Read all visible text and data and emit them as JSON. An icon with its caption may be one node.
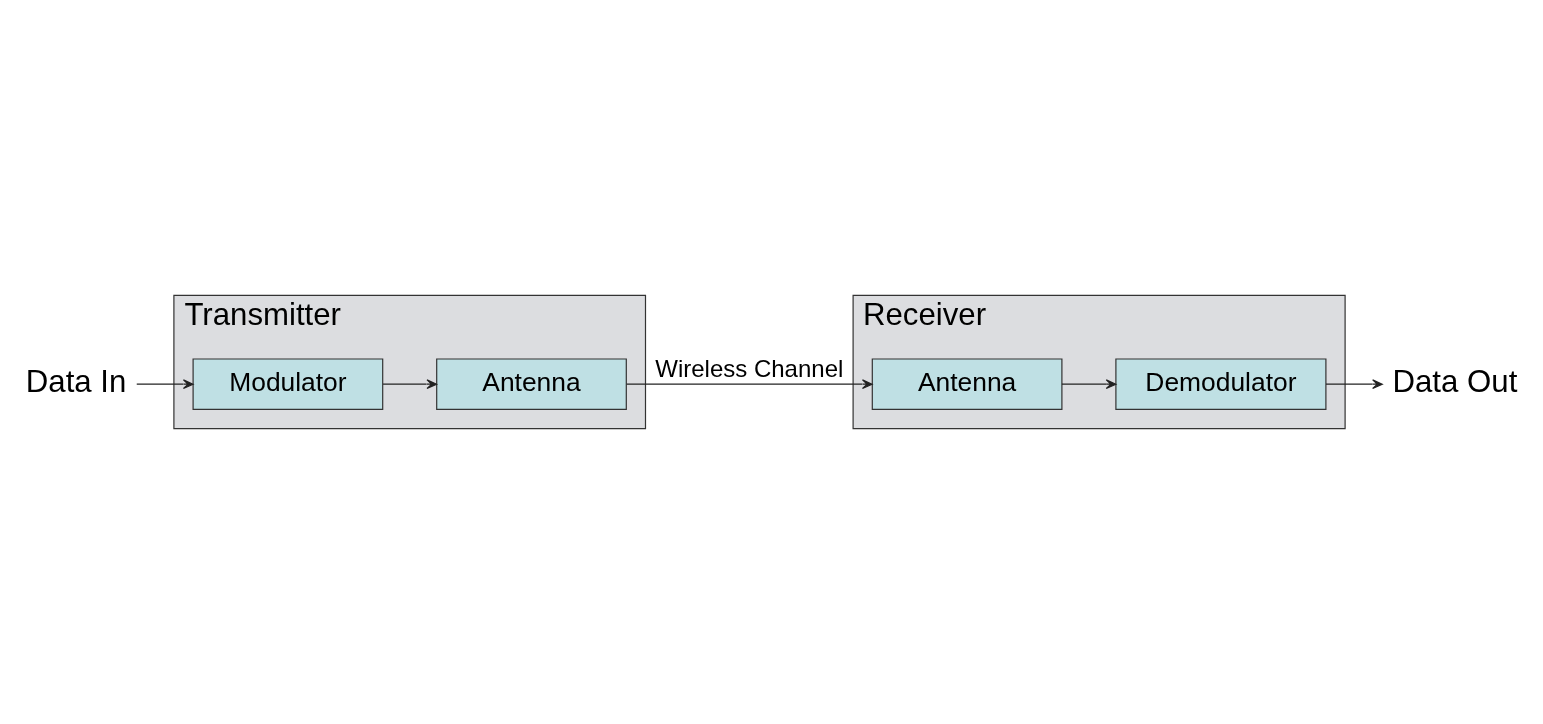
{
  "diagram": {
    "nodes": [
      {
        "text": [
          "Data In"
        ]
      },
      {
        "text": [
          "Transmitter"
        ]
      },
      {
        "text": [
          "Modulator"
        ],
        "in": 1
      },
      {
        "text": [
          "Antenna"
        ],
        "in": 1
      },
      {
        "text": [
          "Data Out"
        ]
      },
      {
        "text": [
          "Receiver"
        ]
      },
      {
        "text": [
          "Demodulator"
        ],
        "in": 5
      },
      {
        "text": [
          "Antenna"
        ],
        "in": 5
      }
    ],
    "edges": [
      {
        "from": 0,
        "to": 2,
        "arrow": "to"
      },
      {
        "from": 2,
        "to": 3,
        "arrow": "to"
      },
      {
        "from": 3,
        "to": 7,
        "arrow": "to",
        "label": "Wireless Channel"
      },
      {
        "from": 7,
        "to": 6,
        "arrow": "to"
      },
      {
        "from": 6,
        "to": 4,
        "arrow": "to"
      }
    ]
  }
}
